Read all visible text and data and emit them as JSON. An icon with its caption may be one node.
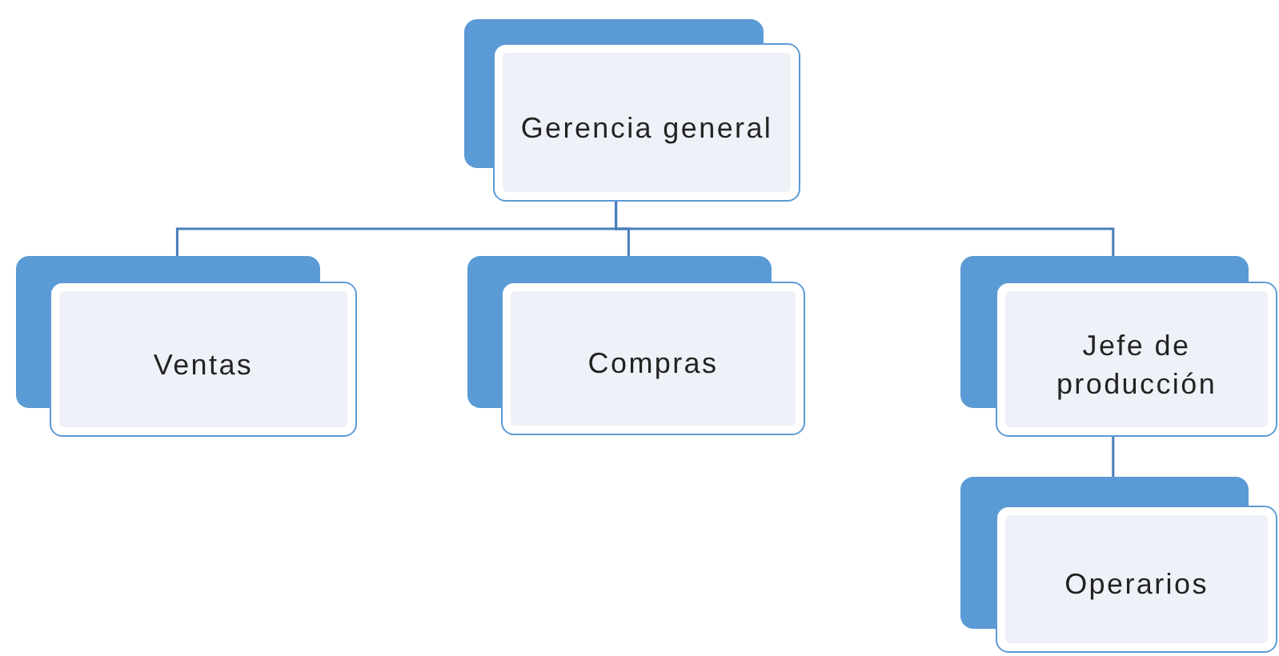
{
  "diagram": {
    "nodes": [
      {
        "text": [
          "Gerencia general"
        ]
      },
      {
        "text": [
          "Ventas"
        ]
      },
      {
        "text": [
          "Compras"
        ]
      },
      {
        "text": [
          "Jefe de producción"
        ]
      },
      {
        "text": [
          "Operarios"
        ]
      }
    ],
    "edges": [
      {
        "from": 0,
        "to": 1,
        "arrow": "none"
      },
      {
        "from": 0,
        "to": 2,
        "arrow": "none"
      },
      {
        "from": 0,
        "to": 3,
        "arrow": "none"
      },
      {
        "from": 3,
        "to": 4,
        "arrow": "none"
      }
    ]
  }
}
